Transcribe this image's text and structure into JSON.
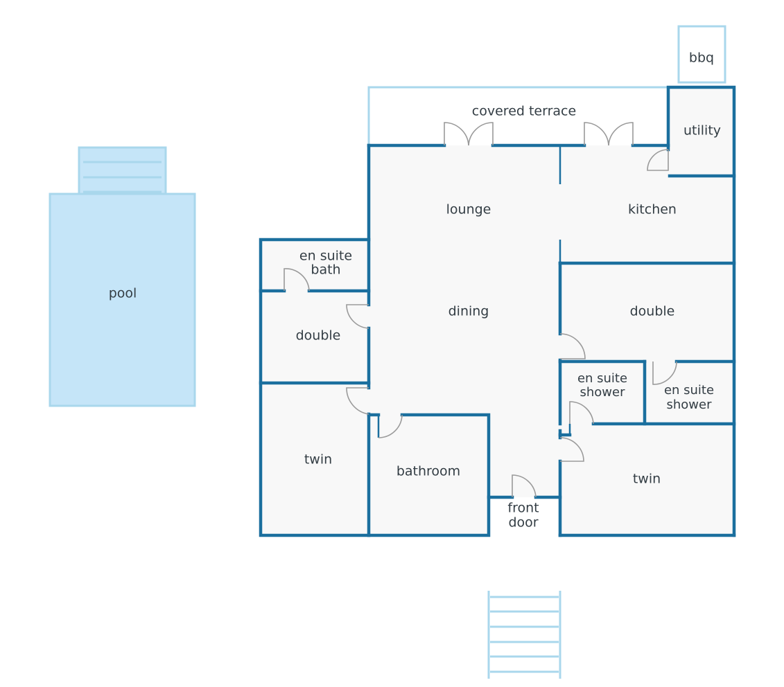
{
  "colors": {
    "wall": "#1b6f9e",
    "exterior_line": "#a9d7ec",
    "pool_fill": "#c5e5f8",
    "floor_fill": "#f8f8f8",
    "door": "#9a9a9a",
    "text": "#333d44"
  },
  "labels": {
    "pool": "pool",
    "bbq": "bbq",
    "covered_terrace": "covered terrace",
    "utility": "utility",
    "lounge": "lounge",
    "kitchen": "kitchen",
    "en_suite_bath_1": "en suite",
    "en_suite_bath_2": "bath",
    "double_left": "double",
    "dining": "dining",
    "double_right": "double",
    "en_suite_shower_a1": "en suite",
    "en_suite_shower_a2": "shower",
    "en_suite_shower_b1": "en suite",
    "en_suite_shower_b2": "shower",
    "twin_left": "twin",
    "bathroom": "bathroom",
    "twin_right": "twin",
    "front_door_1": "front",
    "front_door_2": "door"
  }
}
